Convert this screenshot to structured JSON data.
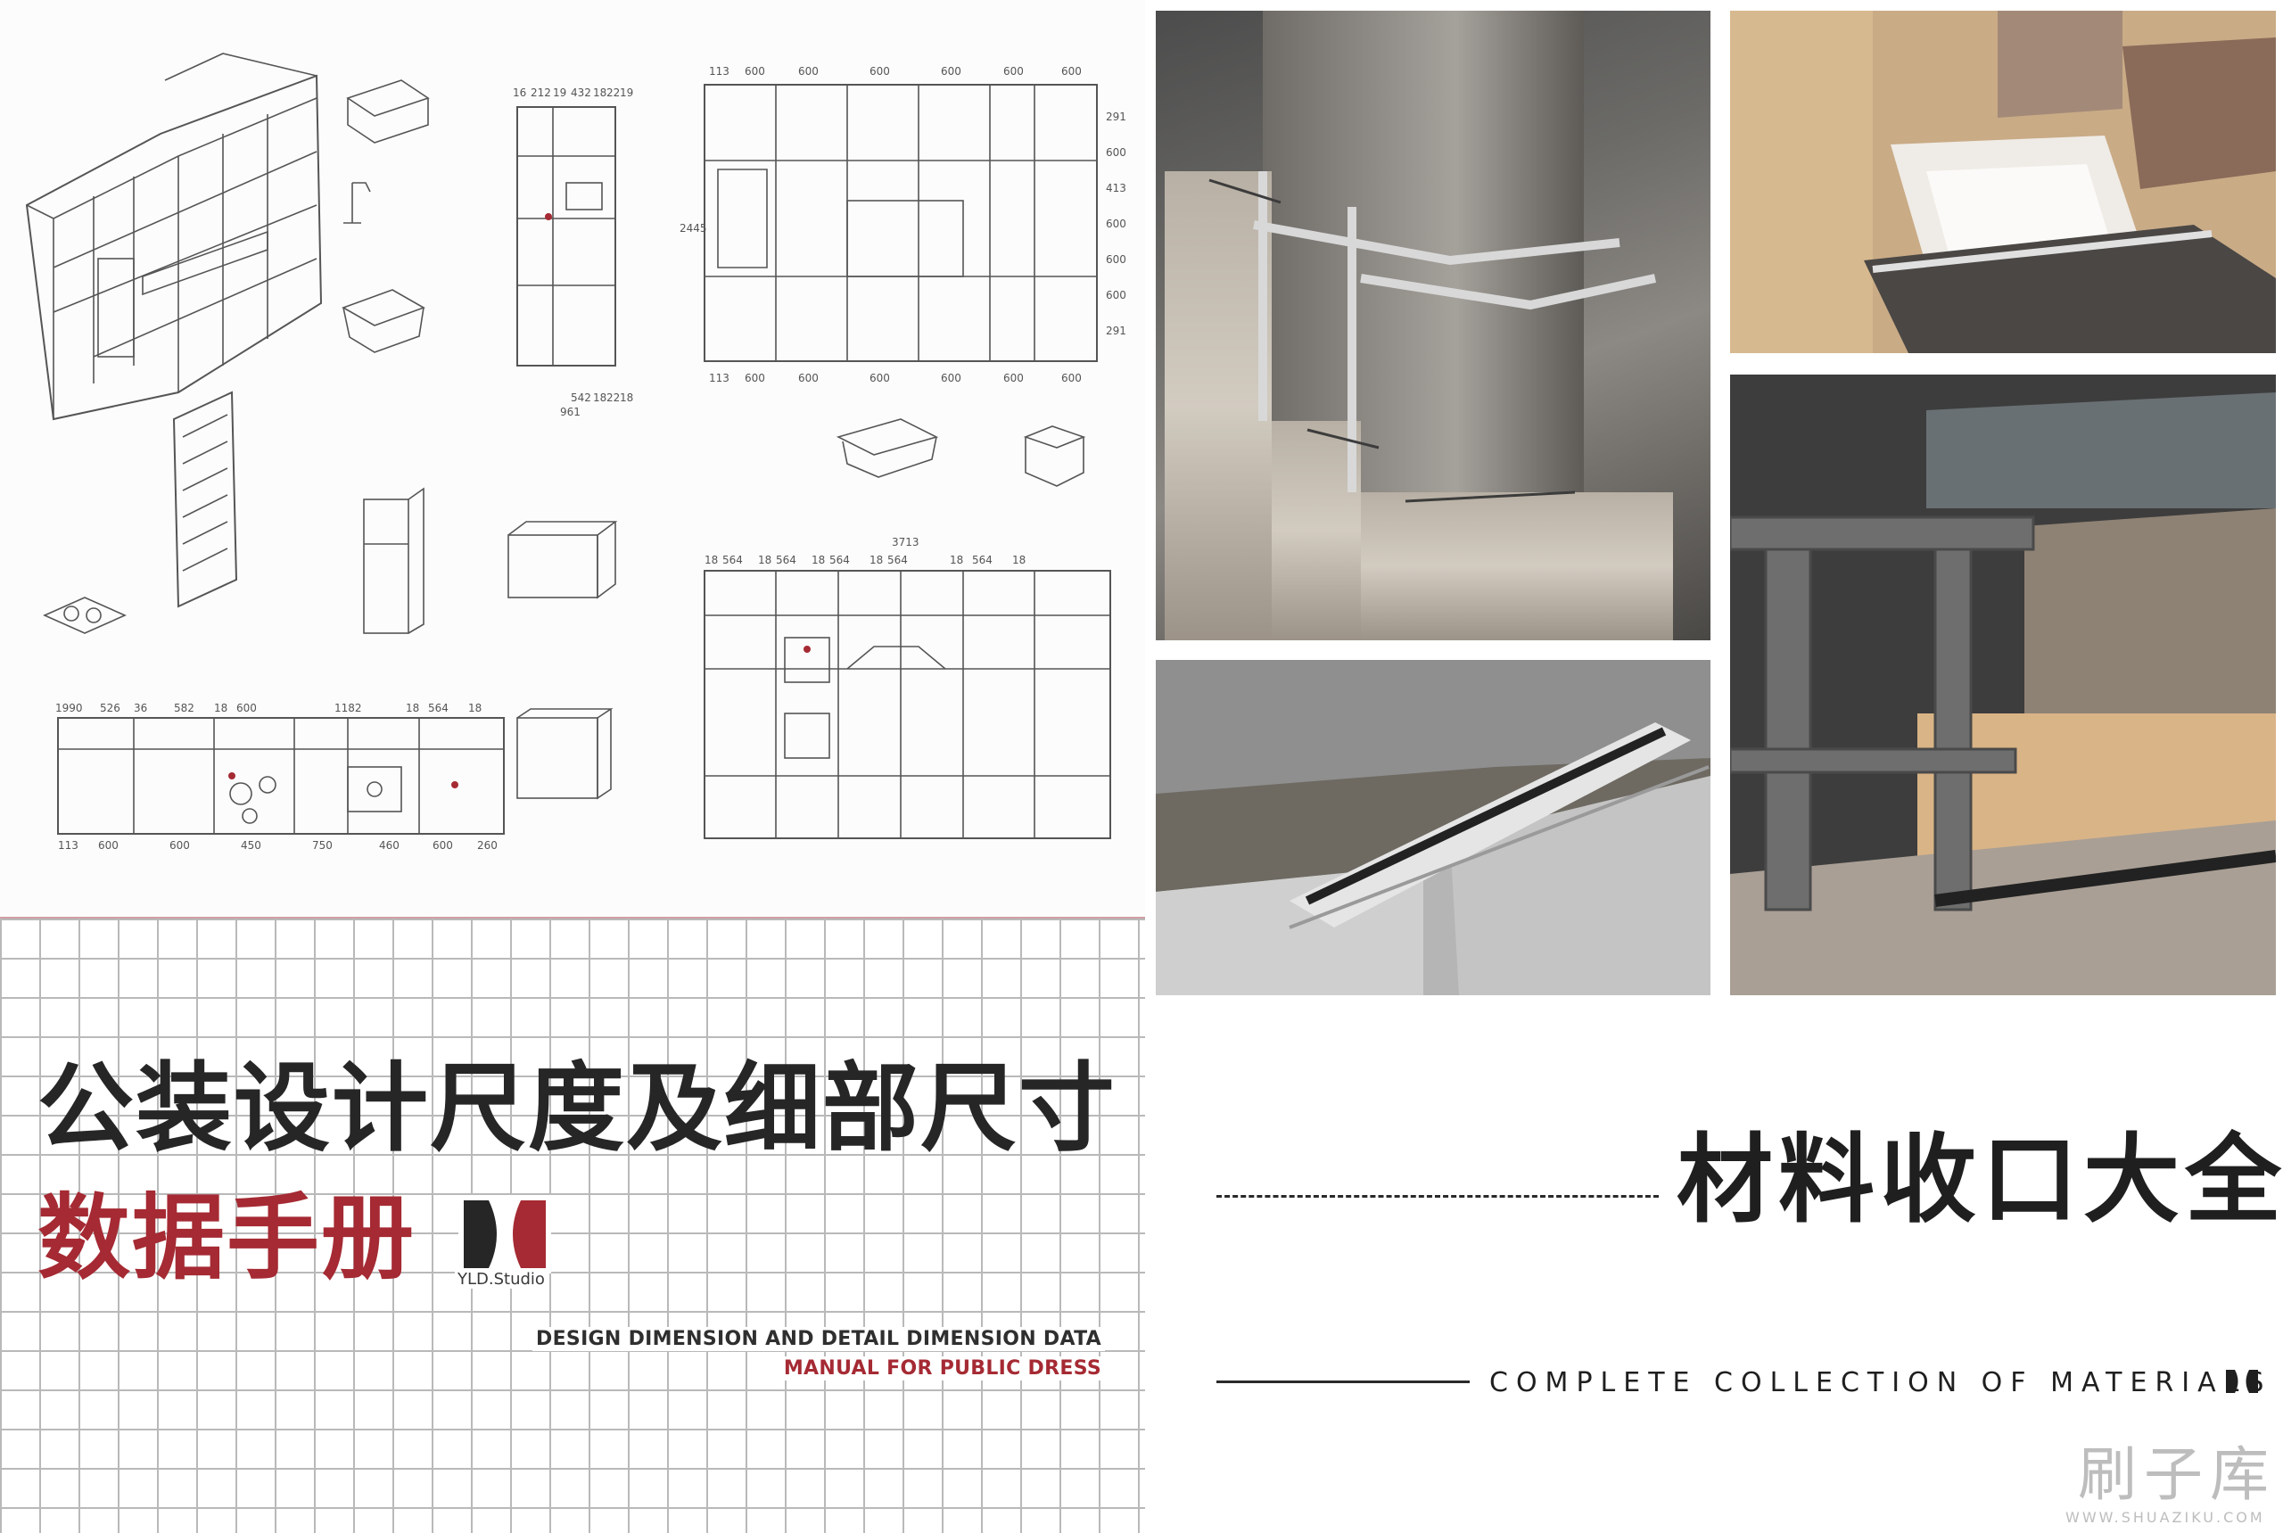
{
  "left_cover": {
    "title_line1": "公装设计尺度及细部尺寸",
    "title_line2": "数据手册",
    "studio_name": "YLD.Studio",
    "english_line1": "DESIGN DIMENSION AND DETAIL DIMENSION DATA",
    "english_line2": "MANUAL FOR PUBLIC DRESS",
    "drawing": {
      "dims_top": [
        "113",
        "600",
        "600",
        "600",
        "600",
        "600",
        "600"
      ],
      "dims_side": [
        "291",
        "600",
        "413",
        "600",
        "600",
        "600",
        "291"
      ],
      "dims_bottom": [
        "113",
        "600",
        "600",
        "600",
        "600",
        "600",
        "600"
      ],
      "dim_height": "2445",
      "dims_plan": [
        "113",
        "600",
        "600",
        "450",
        "750",
        "460",
        "600",
        "260"
      ],
      "dims_plan_top": [
        "1990",
        "526",
        "36",
        "582",
        "18",
        "600",
        "1182",
        "18",
        "564",
        "18"
      ],
      "dim_total": "3713",
      "dims_elev2": [
        "18",
        "564",
        "18",
        "564",
        "18",
        "564",
        "18",
        "564",
        "18",
        "564",
        "18"
      ],
      "dims_col": [
        "16",
        "212",
        "19",
        "432",
        "18",
        "22",
        "19"
      ],
      "dims_col_low": [
        "542",
        "18",
        "22",
        "18"
      ],
      "dim_col_total": "961"
    }
  },
  "right_cover": {
    "title": "材料收口大全",
    "english_subtitle": "COMPLETE COLLECTION OF MATERIALS",
    "watermark": "刷子库",
    "watermark_url": "WWW.SHUAZIKU.COM"
  },
  "colors": {
    "accent_red": "#a52a33",
    "ink": "#262626",
    "grid": "#b9b9b9"
  }
}
